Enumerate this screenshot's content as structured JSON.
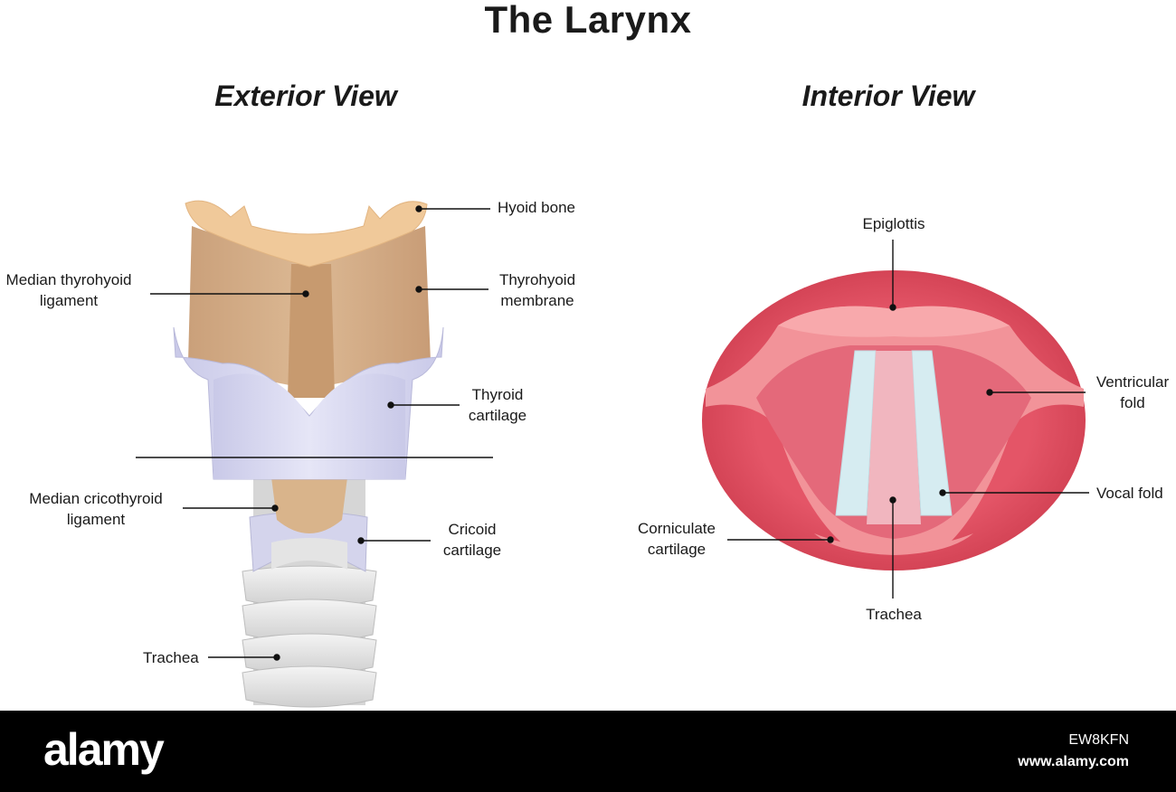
{
  "title": "The Larynx",
  "exterior": {
    "heading": "Exterior View",
    "labels": {
      "hyoid_bone": "Hyoid bone",
      "median_thyrohyoid_1": "Median thyrohyoid",
      "median_thyrohyoid_2": "ligament",
      "thyrohyoid_1": "Thyrohyoid",
      "thyrohyoid_2": "membrane",
      "thyroid_cart_1": "Thyroid",
      "thyroid_cart_2": "cartilage",
      "median_crico_1": "Median cricothyroid",
      "median_crico_2": "ligament",
      "cricoid_1": "Cricoid",
      "cricoid_2": "cartilage",
      "trachea": "Trachea"
    }
  },
  "interior": {
    "heading": "Interior View",
    "labels": {
      "epiglottis": "Epiglottis",
      "ventricular_1": "Ventricular",
      "ventricular_2": "fold",
      "vocal_fold": "Vocal fold",
      "corniculate_1": "Corniculate",
      "corniculate_2": "cartilage",
      "trachea": "Trachea"
    }
  },
  "colors": {
    "hyoid": "#f0c99a",
    "membrane": "#d7b08c",
    "thyroid": "#dcdcf2",
    "trachea": "#e2e2e2",
    "outer_ring": "#d94456",
    "folds": "#f08e92",
    "vocal": "#d8eef2"
  },
  "footer": {
    "logo": "alamy",
    "stock_id": "EW8KFN",
    "url": "www.alamy.com"
  }
}
